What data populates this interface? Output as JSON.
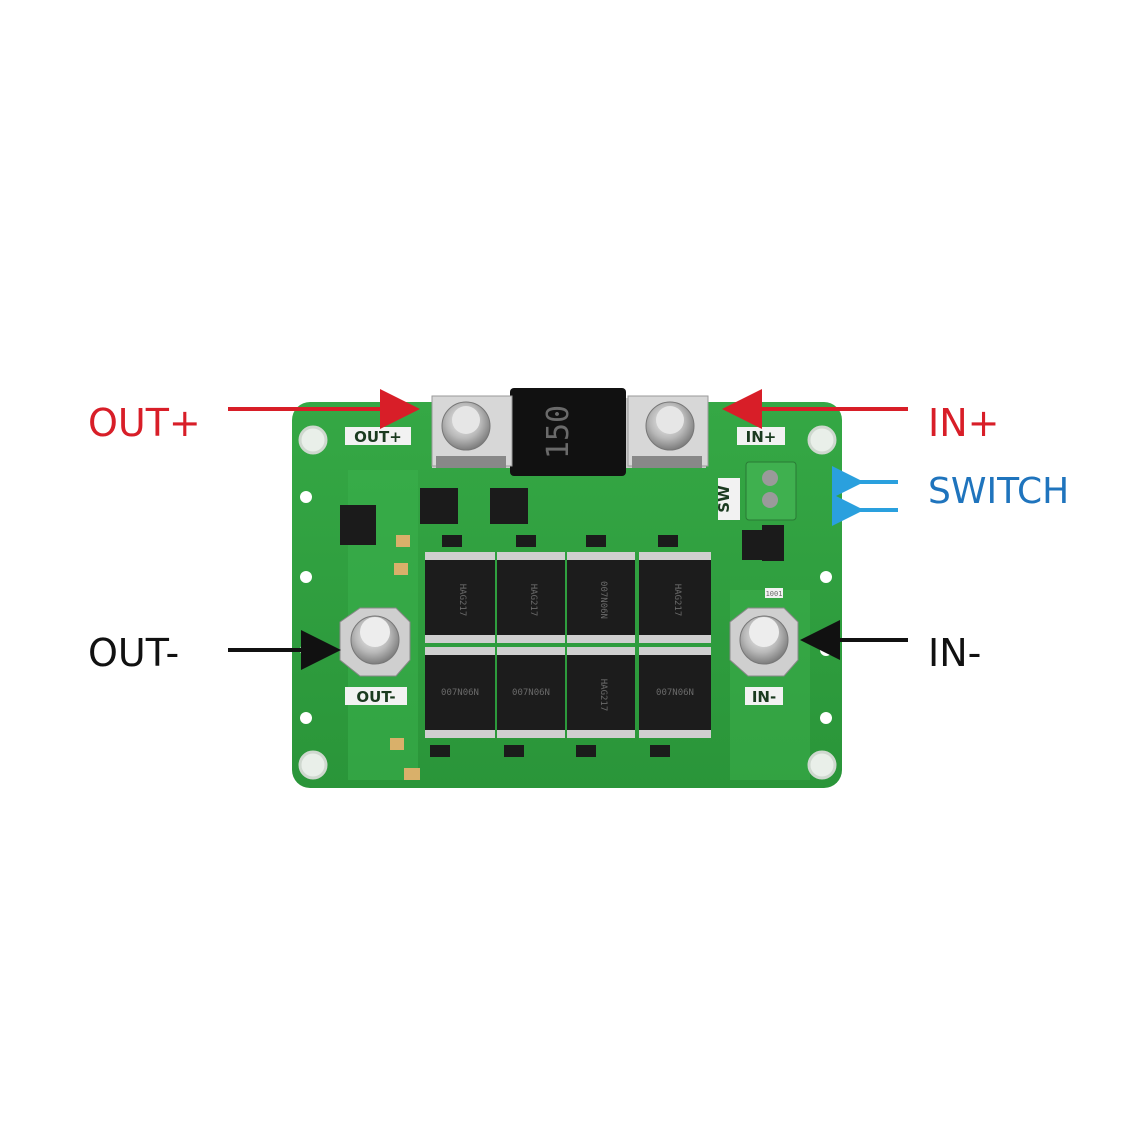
{
  "callouts": {
    "out_plus": "OUT+",
    "in_plus": "IN+",
    "switch": "SWITCH",
    "out_minus": "OUT-",
    "in_minus": "IN-"
  },
  "board": {
    "silk_out_plus": "OUT+",
    "silk_in_plus": "IN+",
    "silk_out_minus": "OUT-",
    "silk_in_minus": "IN-",
    "silk_sw": "SW",
    "shunt_value": "150",
    "mosfet_code_a": "007N06N",
    "mosfet_code_b": "HAG217",
    "small_resistor": "1001"
  },
  "colors": {
    "pcb_green": "#2e9e3e",
    "callout_red": "#d81e28",
    "callout_black": "#111111",
    "callout_blue": "#1f74bd",
    "arrow_blue": "#2aa0de",
    "terminal_block": "#3fb04f"
  }
}
